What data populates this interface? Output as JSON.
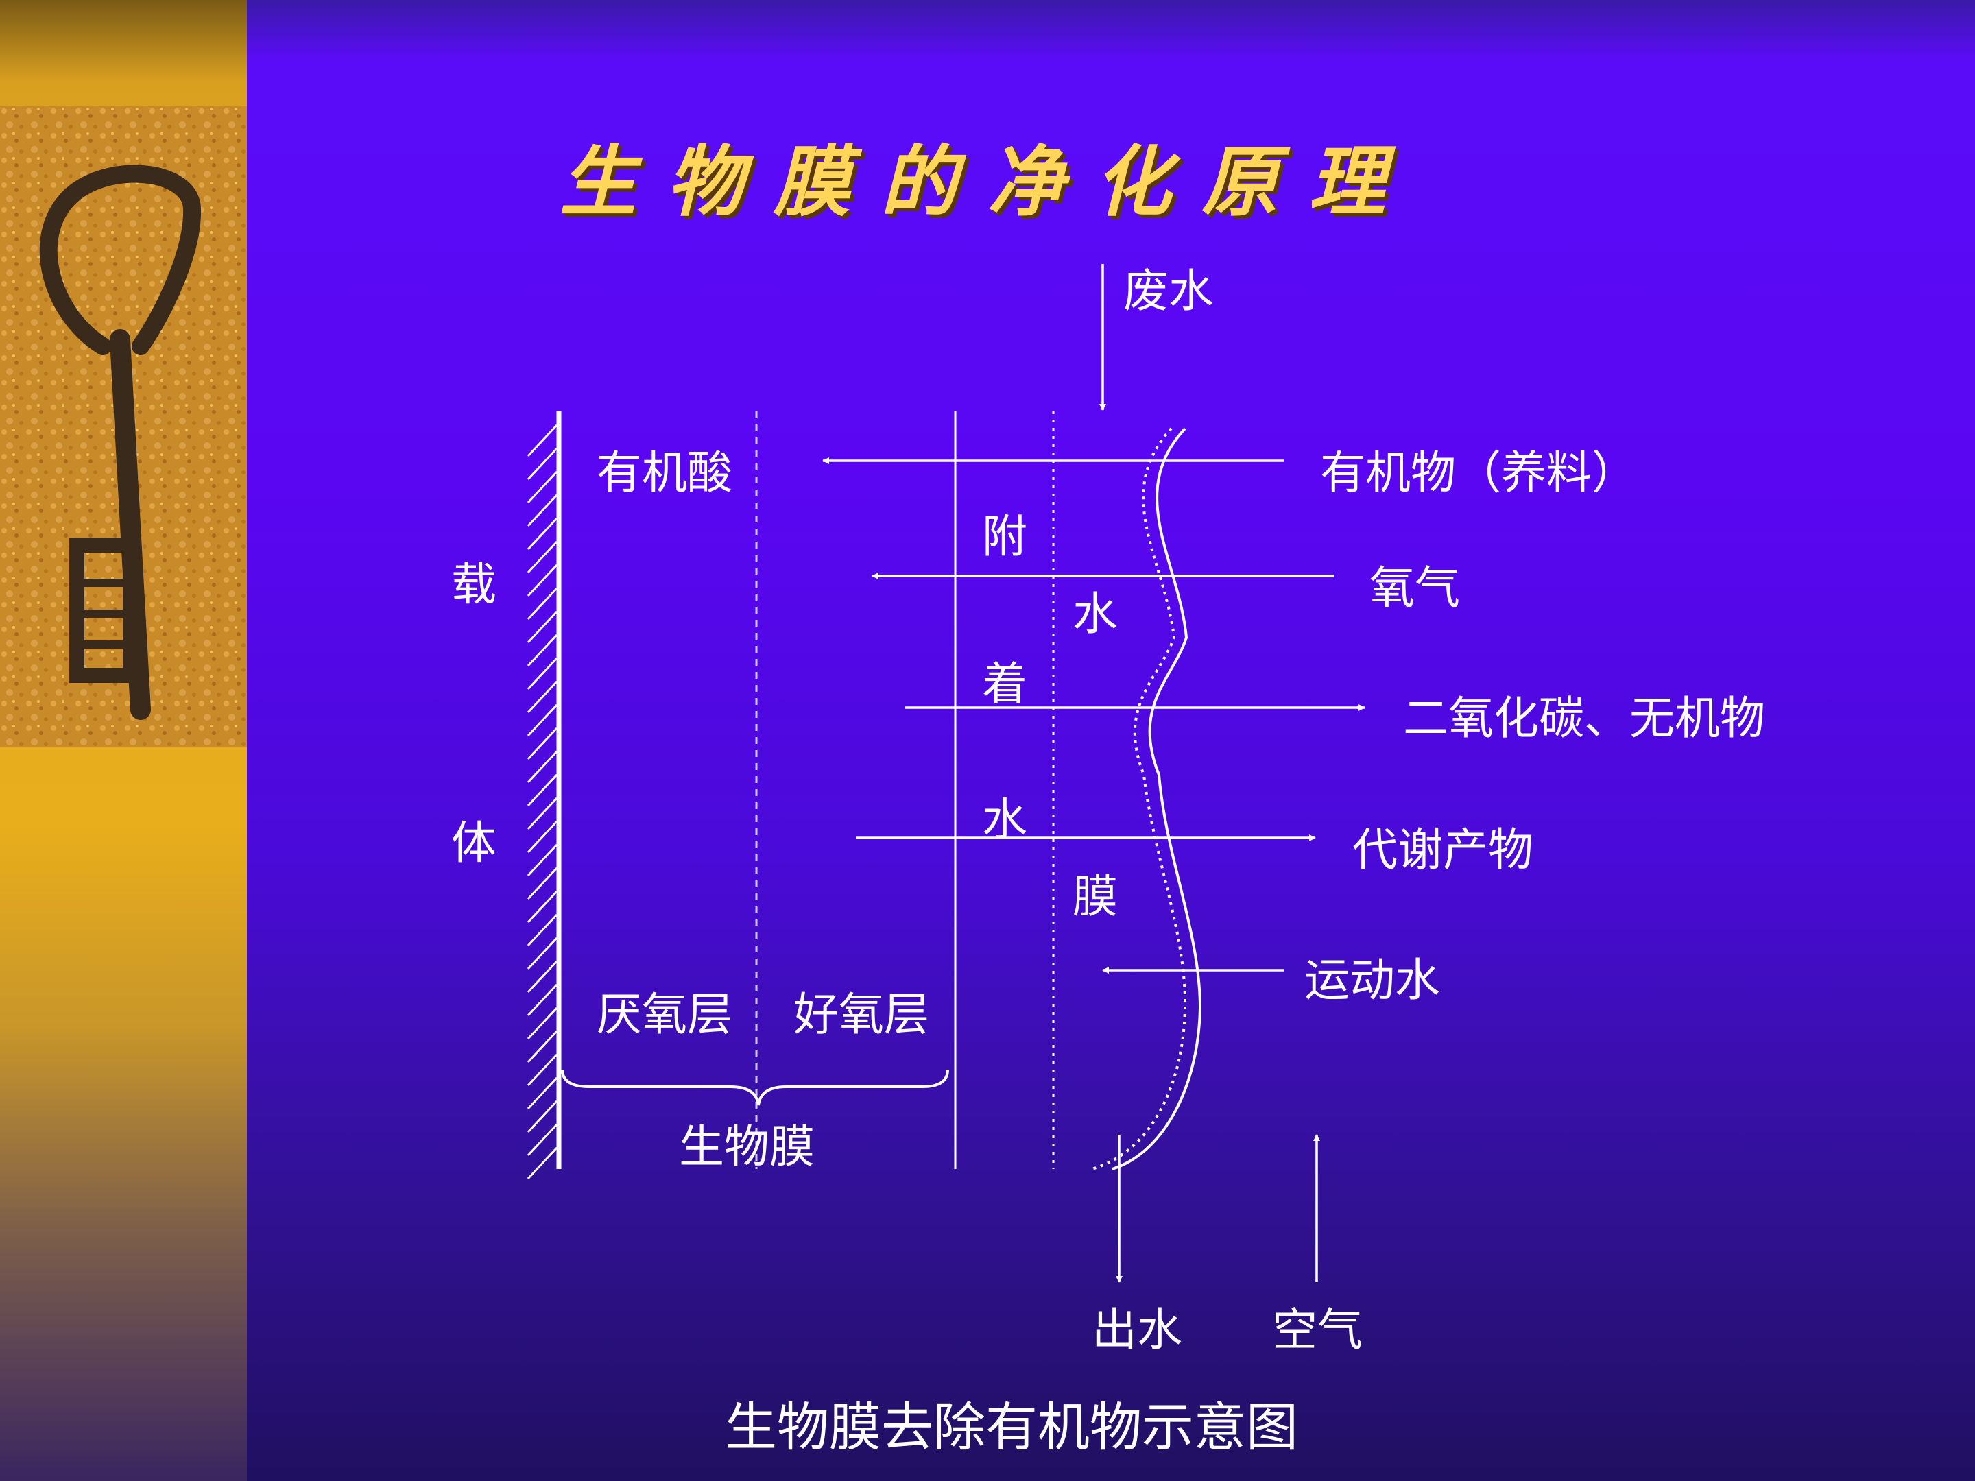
{
  "title": "生物膜的净化原理",
  "caption": "生物膜去除有机物示意图",
  "labels": {
    "waste_water": "废水",
    "organic_acid": "有机酸",
    "organic_matter": "有机物（养料）",
    "oxygen": "氧气",
    "co2_inorganic": "二氧化碳、无机物",
    "metabolites": "代谢产物",
    "moving_water": "运动水",
    "anaerobic_layer": "厌氧层",
    "aerobic_layer": "好氧层",
    "biofilm": "生物膜",
    "outlet_water": "出水",
    "air": "空气"
  },
  "carrier_chars": [
    "载",
    "体"
  ],
  "attached_chars": [
    "附",
    "着",
    "水"
  ],
  "water_film_chars": [
    "水",
    "膜"
  ],
  "colors": {
    "title": "#ffd659",
    "text": "#ffffff",
    "background": "#5a06f2",
    "sidebar": "#e9ae1c"
  }
}
